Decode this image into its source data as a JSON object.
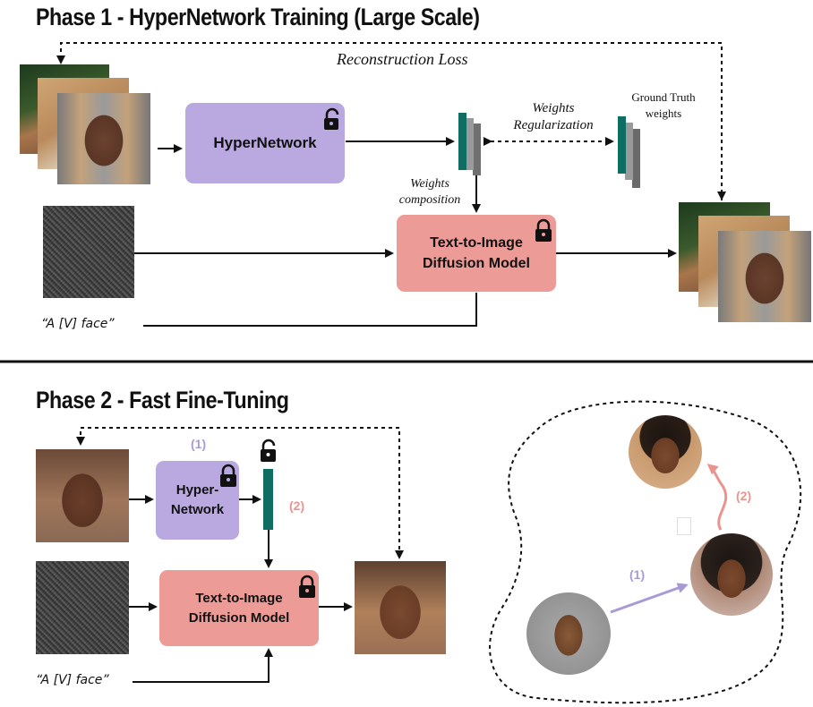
{
  "phase1": {
    "title": "Phase 1 - HyperNetwork Training (Large Scale)",
    "reconstruction_loss": "Reconstruction Loss",
    "hypernetwork_label": "HyperNetwork",
    "weights_regularization_line1": "Weights",
    "weights_regularization_line2": "Regularization",
    "ground_truth_line1": "Ground Truth",
    "ground_truth_line2": "weights",
    "weights_composition_line1": "Weights",
    "weights_composition_line2": "composition",
    "diffusion_line1": "Text-to-Image",
    "diffusion_line2": "Diffusion Model",
    "prompt": "“A [V] face”"
  },
  "phase2": {
    "title": "Phase 2 - Fast Fine-Tuning",
    "step1": "(1)",
    "step2": "(2)",
    "hypernetwork_line1": "Hyper-",
    "hypernetwork_line2": "Network",
    "diffusion_line1": "Text-to-Image",
    "diffusion_line2": "Diffusion Model",
    "prompt": "“A [V] face”",
    "space_step1": "(1)",
    "space_step2": "(2)"
  },
  "colors": {
    "hypernetwork": "#b9a9e0",
    "diffusion": "#ec9b97",
    "weights_teal": "#0f6e63",
    "step1_purple": "#a99ad6",
    "step2_pink": "#e9948f"
  }
}
